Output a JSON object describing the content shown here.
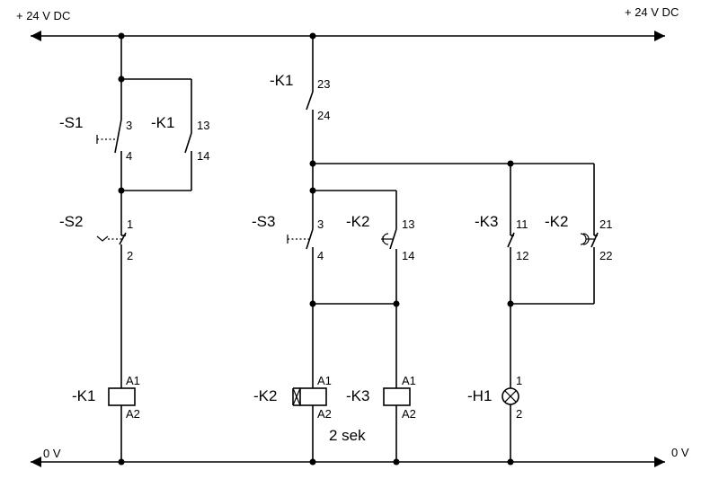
{
  "rails": {
    "top_left": "+ 24 V DC",
    "top_right": "+ 24 V DC",
    "bottom_left": "0 V",
    "bottom_right": "0 V"
  },
  "components": {
    "s1": "-S1",
    "k1_hold": "-K1",
    "s2": "-S2",
    "k1_coil": "-K1",
    "k1_contact": "-K1",
    "s3": "-S3",
    "k2_hold": "-K2",
    "k3_contact": "-K3",
    "k2_nc": "-K2",
    "k2_coil": "-K2",
    "k3_coil": "-K3",
    "h1": "-H1"
  },
  "terminals": {
    "s1_a": "3",
    "s1_b": "4",
    "k1h_a": "13",
    "k1h_b": "14",
    "s2_a": "1",
    "s2_b": "2",
    "k1c_a": "A1",
    "k1c_b": "A2",
    "k1x_a": "23",
    "k1x_b": "24",
    "s3_a": "3",
    "s3_b": "4",
    "k2h_a": "13",
    "k2h_b": "14",
    "k3x_a": "11",
    "k3x_b": "12",
    "k2x_a": "21",
    "k2x_b": "22",
    "k2c_a": "A1",
    "k2c_b": "A2",
    "k3c_a": "A1",
    "k3c_b": "A2",
    "h1_a": "1",
    "h1_b": "2"
  },
  "timer_note": "2 sek"
}
